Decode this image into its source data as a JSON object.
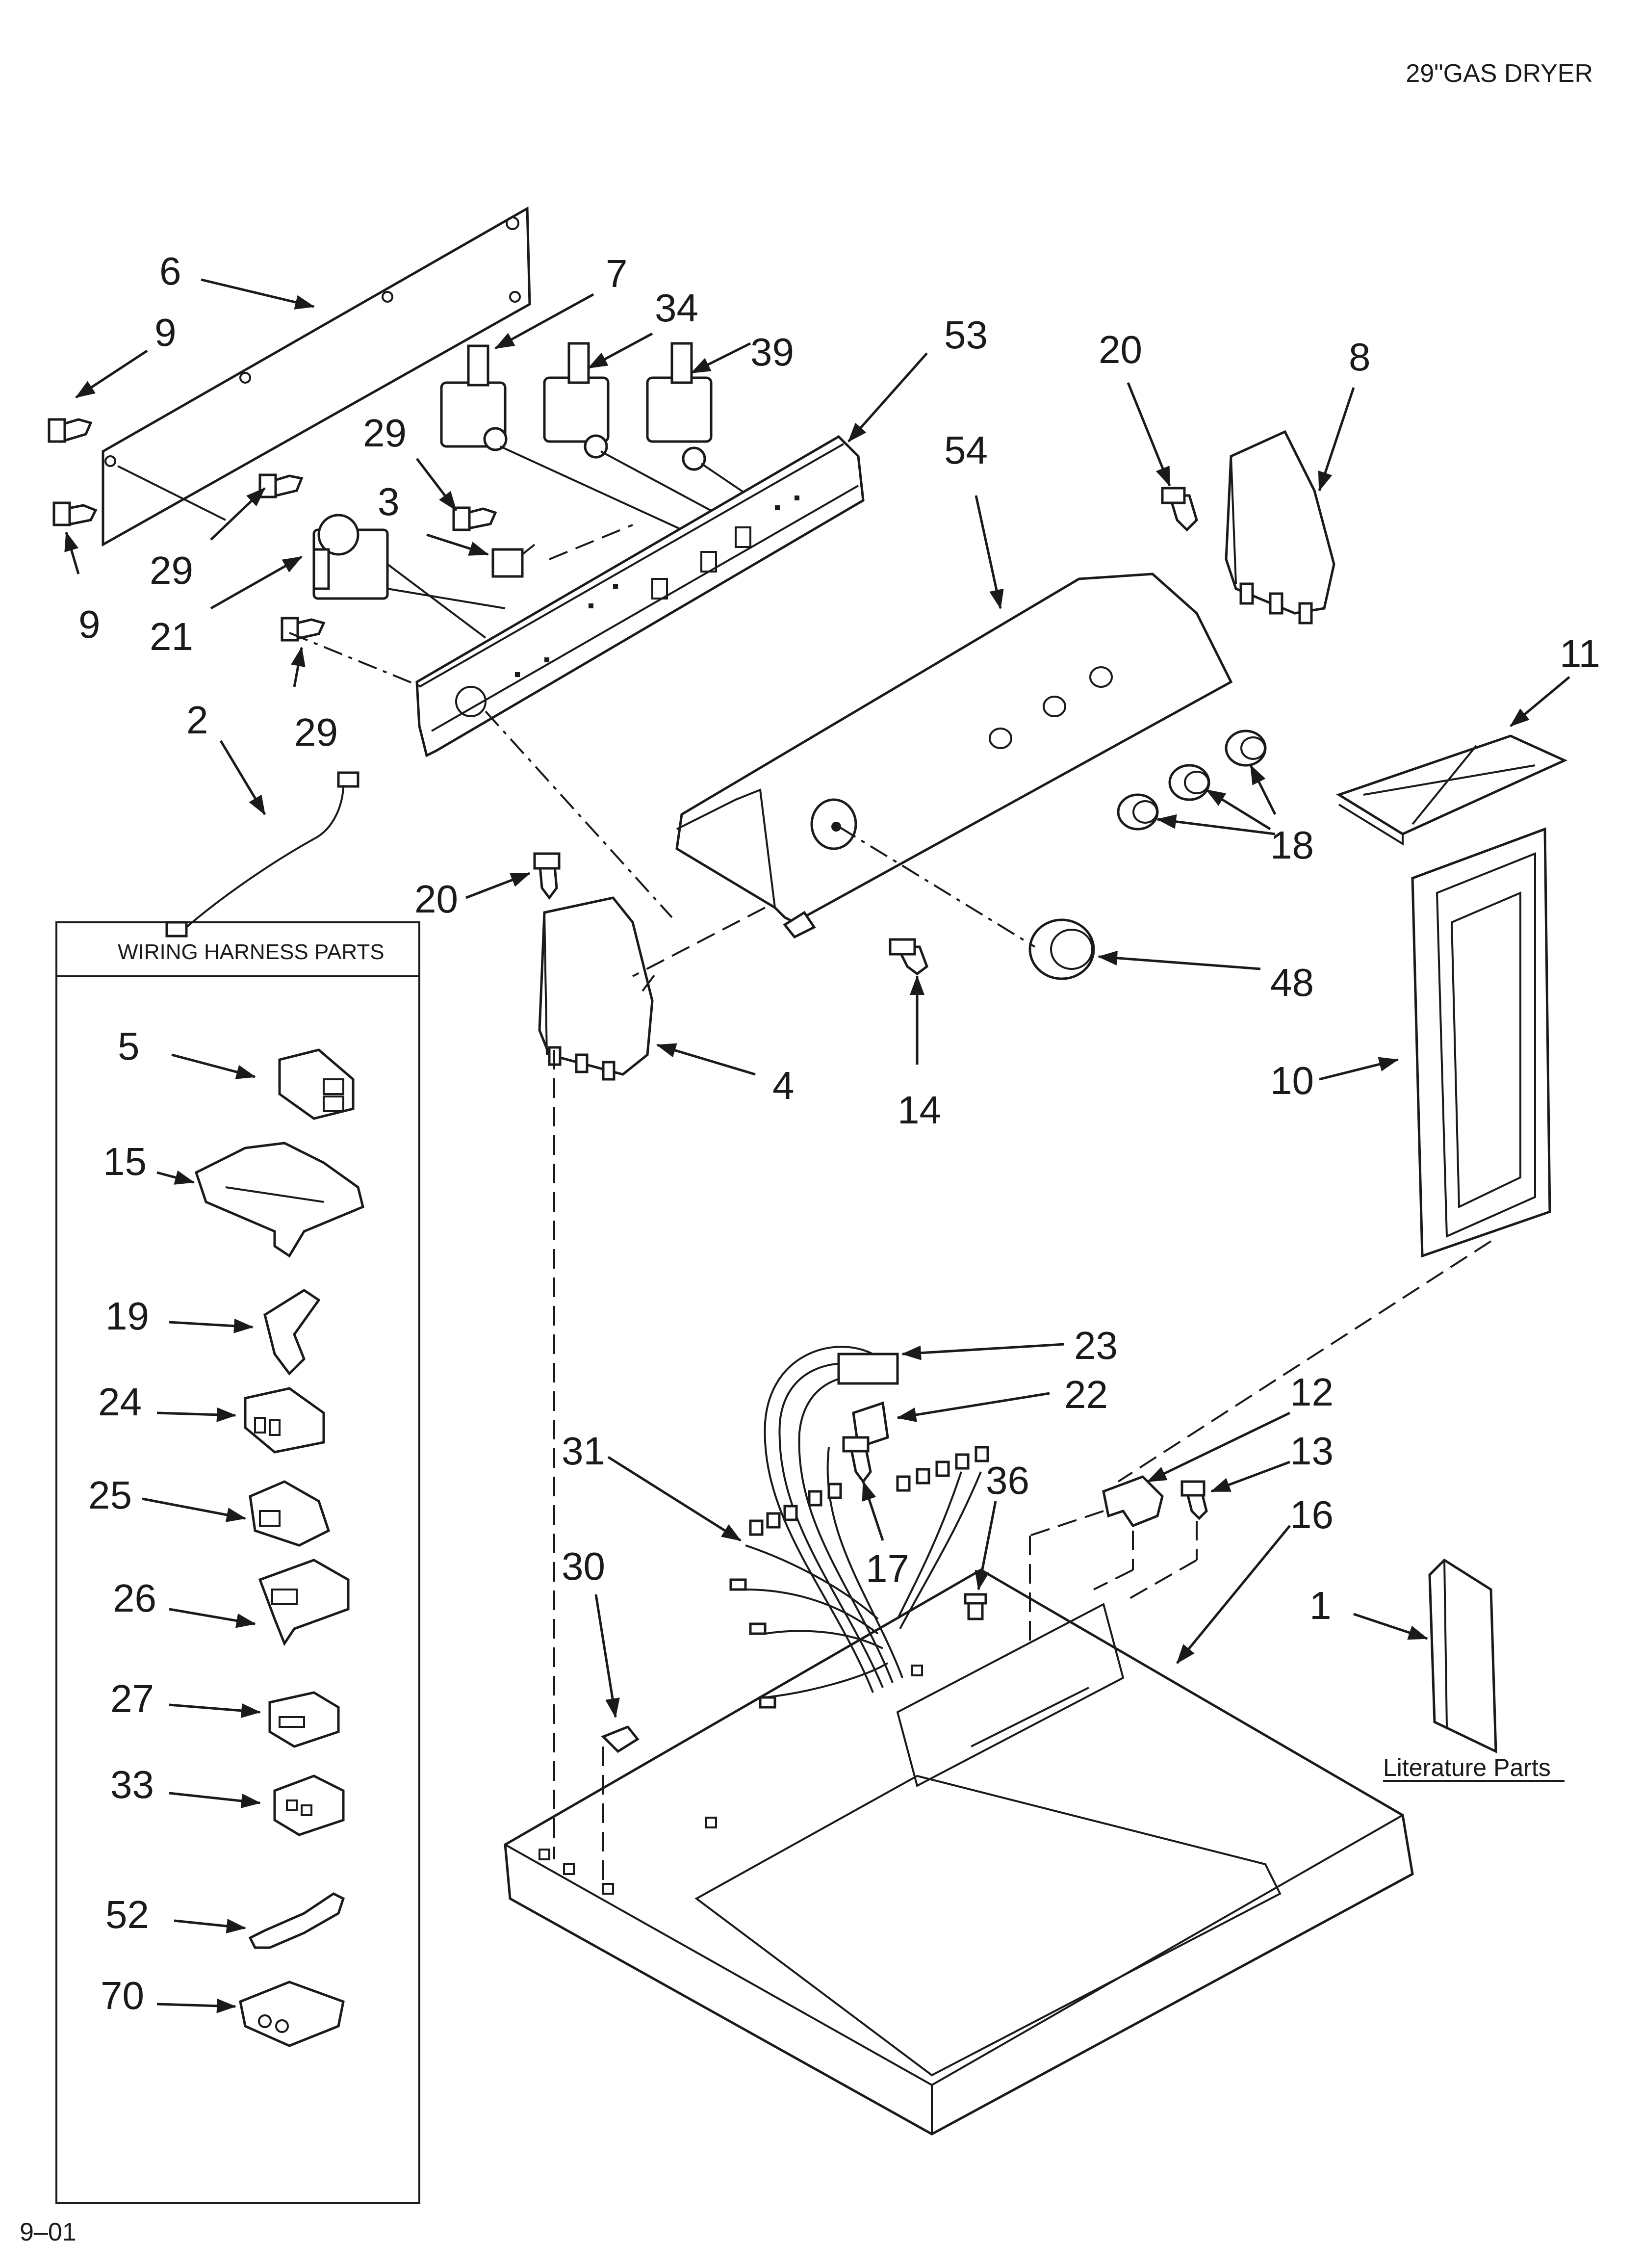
{
  "header": {
    "title": "29\"GAS DRYER"
  },
  "footer": {
    "code": "9–01"
  },
  "harness_box": {
    "title": "WIRING HARNESS PARTS",
    "items": [
      {
        "num": "5"
      },
      {
        "num": "15"
      },
      {
        "num": "19"
      },
      {
        "num": "24"
      },
      {
        "num": "25"
      },
      {
        "num": "26"
      },
      {
        "num": "27"
      },
      {
        "num": "33"
      },
      {
        "num": "52"
      },
      {
        "num": "70"
      }
    ]
  },
  "literature": {
    "label": "Literature Parts",
    "num": "1"
  },
  "callouts": {
    "c6": "6",
    "c9a": "9",
    "c9b": "9",
    "c29a": "29",
    "c29b": "29",
    "c29c": "29",
    "c7": "7",
    "c34": "34",
    "c39": "39",
    "c53": "53",
    "c54": "54",
    "c3": "3",
    "c21": "21",
    "c2": "2",
    "c20a": "20",
    "c20b": "20",
    "c8": "8",
    "c11": "11",
    "c18": "18",
    "c48": "48",
    "c4": "4",
    "c14": "14",
    "c10": "10",
    "c23": "23",
    "c22": "22",
    "c12": "12",
    "c13": "13",
    "c31": "31",
    "c36": "36",
    "c16": "16",
    "c17": "17",
    "c30": "30"
  }
}
